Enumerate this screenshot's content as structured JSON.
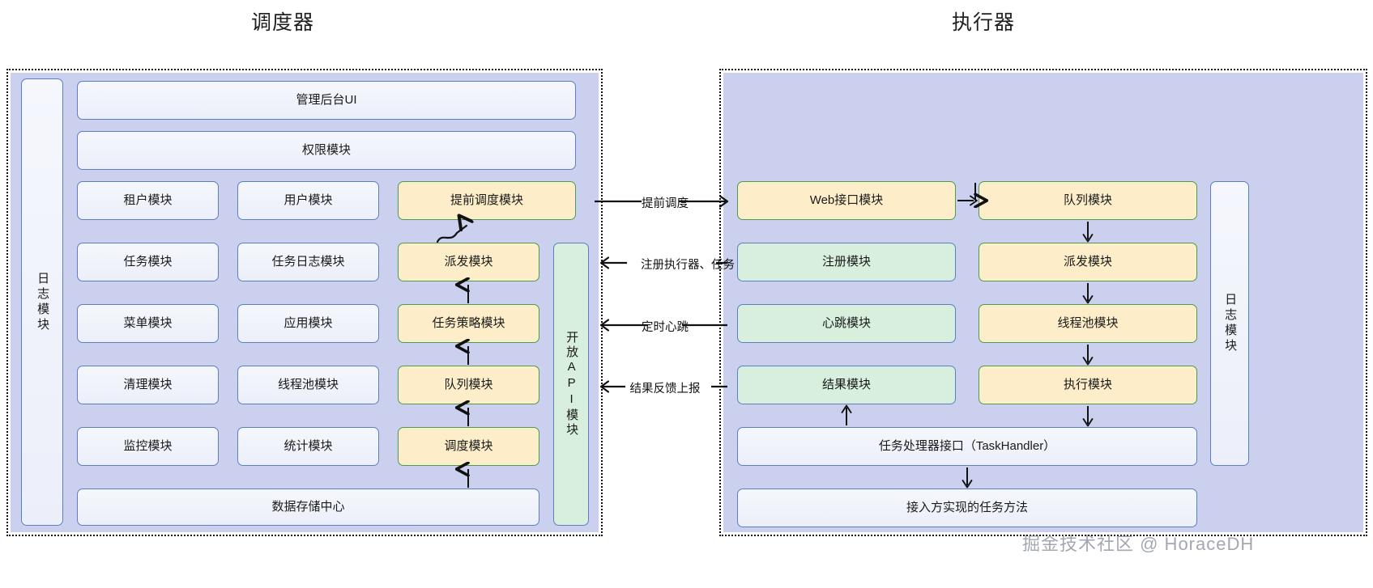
{
  "titles": {
    "scheduler": "调度器",
    "executor": "执行器"
  },
  "scheduler": {
    "log_sidebar": "日志模块",
    "header_boxes": [
      {
        "label": "管理后台UI"
      },
      {
        "label": "权限模块"
      }
    ],
    "grid": [
      [
        {
          "label": "租户模块",
          "style": "blue"
        },
        {
          "label": "用户模块",
          "style": "blue"
        },
        {
          "label": "提前调度模块",
          "style": "yellow"
        }
      ],
      [
        {
          "label": "任务模块",
          "style": "blue"
        },
        {
          "label": "任务日志模块",
          "style": "blue"
        },
        {
          "label": "派发模块",
          "style": "yellow"
        }
      ],
      [
        {
          "label": "菜单模块",
          "style": "blue"
        },
        {
          "label": "应用模块",
          "style": "blue"
        },
        {
          "label": "任务策略模块",
          "style": "yellow"
        }
      ],
      [
        {
          "label": "清理模块",
          "style": "blue"
        },
        {
          "label": "线程池模块",
          "style": "blue"
        },
        {
          "label": "队列模块",
          "style": "yellow"
        }
      ],
      [
        {
          "label": "监控模块",
          "style": "blue"
        },
        {
          "label": "统计模块",
          "style": "blue"
        },
        {
          "label": "调度模块",
          "style": "yellow"
        }
      ]
    ],
    "open_api": "开放API模块",
    "footer_box": "数据存储中心"
  },
  "executor": {
    "log_sidebar": "日志模块",
    "grid": [
      [
        {
          "label": "Web接口模块",
          "style": "yellow"
        },
        {
          "label": "队列模块",
          "style": "yellow"
        }
      ],
      [
        {
          "label": "注册模块",
          "style": "green"
        },
        {
          "label": "派发模块",
          "style": "yellow"
        }
      ],
      [
        {
          "label": "心跳模块",
          "style": "green"
        },
        {
          "label": "线程池模块",
          "style": "yellow"
        }
      ],
      [
        {
          "label": "结果模块",
          "style": "green"
        },
        {
          "label": "执行模块",
          "style": "yellow"
        }
      ]
    ],
    "footer_boxes": [
      {
        "label": "任务处理器接口（TaskHandler）"
      },
      {
        "label": "接入方实现的任务方法"
      }
    ]
  },
  "connectors": [
    {
      "label": "提前调度",
      "direction": "right"
    },
    {
      "label": "注册执行器、任务",
      "direction": "left"
    },
    {
      "label": "定时心跳",
      "direction": "left"
    },
    {
      "label": "结果反馈上报",
      "direction": "left"
    }
  ],
  "watermark": "掘金技术社区 @ HoraceDH",
  "colors": {
    "panel_fill": "#ccd0ef",
    "box_blue_border": "#5b7fc4",
    "box_yellow_fill": "#fdeec9",
    "box_yellow_border": "#4a9c4f",
    "box_green_fill": "#d7efdc",
    "arrow": "#111111"
  }
}
